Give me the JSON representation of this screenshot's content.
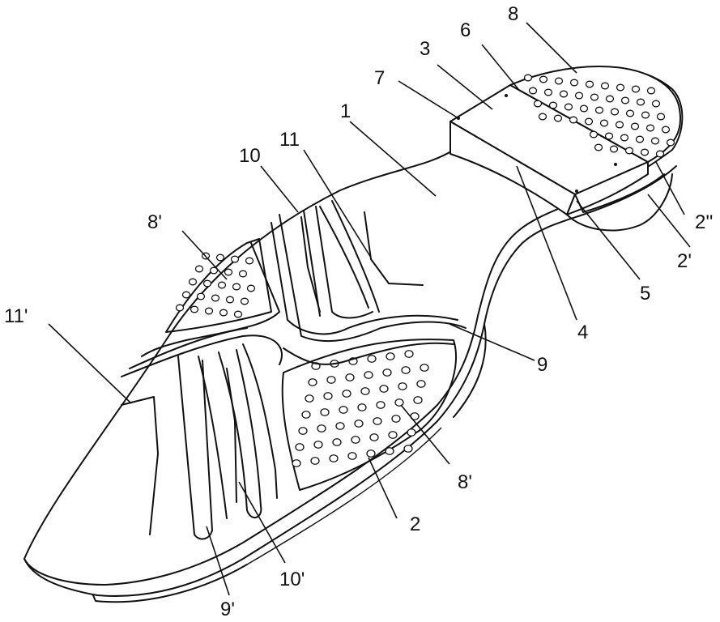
{
  "labels": {
    "l1": "1",
    "l2": "2",
    "l2p": "2'",
    "l2pp": "2''",
    "l3": "3",
    "l4": "4",
    "l5": "5",
    "l6": "6",
    "l7": "7",
    "l8": "8",
    "l8p_left": "8'",
    "l8p_right": "8'",
    "l9": "9",
    "l9p": "9'",
    "l10": "10",
    "l10p": "10'",
    "l11": "11",
    "l11p": "11'"
  }
}
